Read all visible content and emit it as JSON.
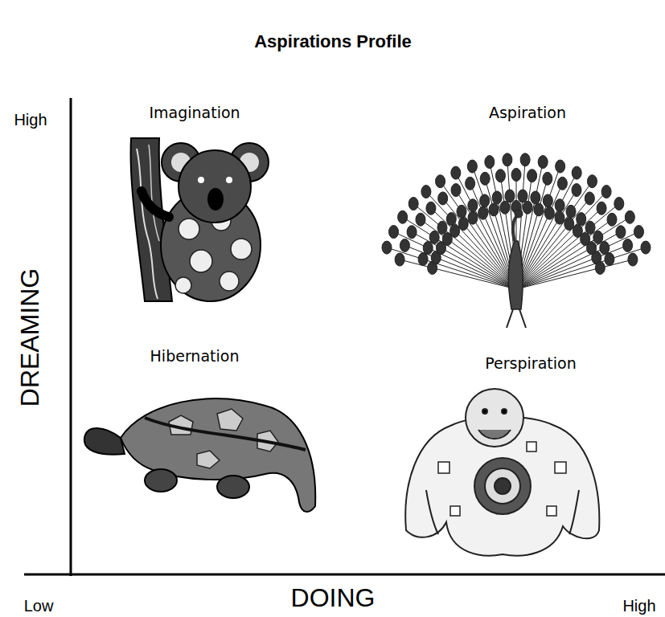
{
  "diagram": {
    "title": "Aspirations Profile",
    "labels": [
      "High",
      "Imagination",
      "Aspiration",
      "DREAMING",
      "Hibernation",
      "Perspiration",
      "Low",
      "DOING",
      "High"
    ]
  }
}
